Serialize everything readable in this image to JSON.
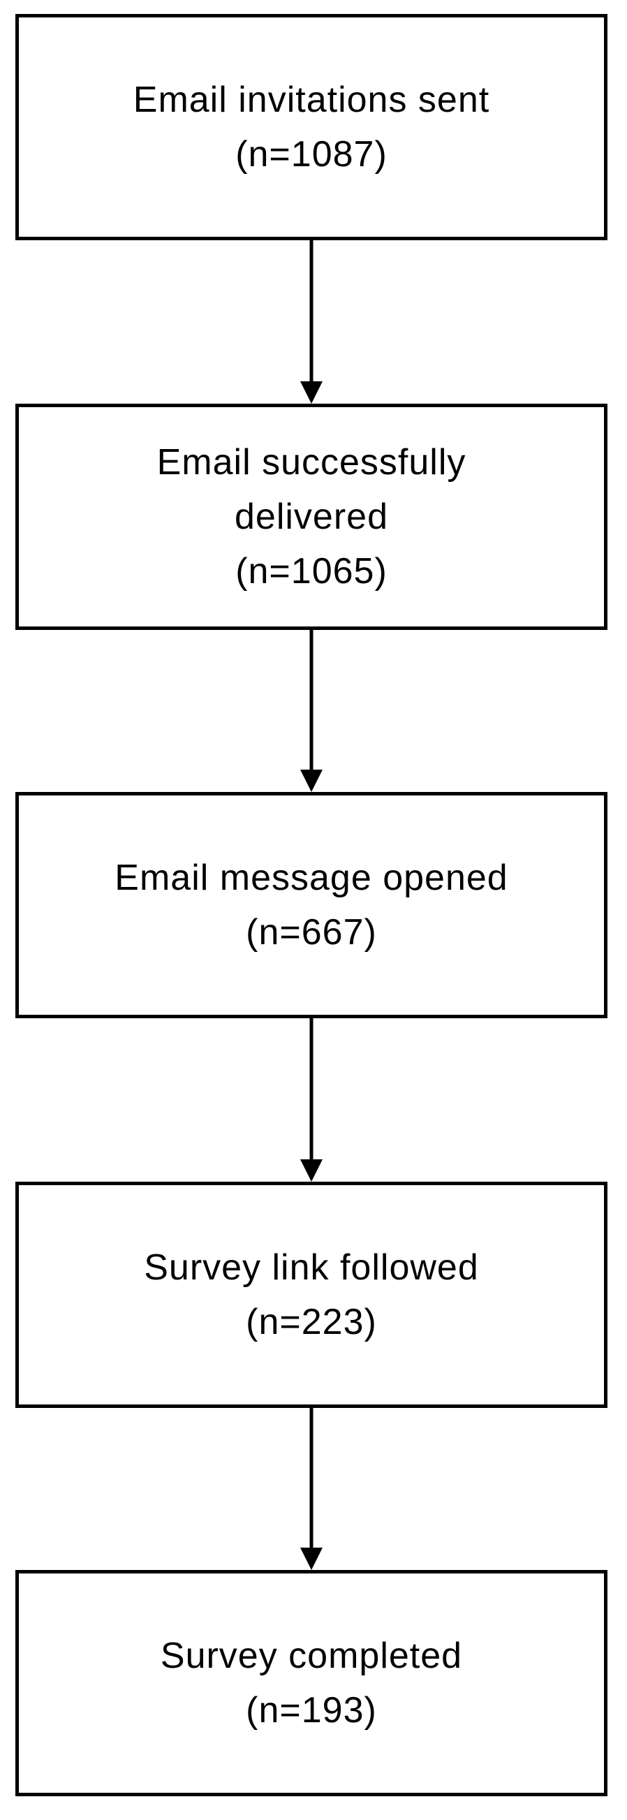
{
  "steps": [
    {
      "label": "Email invitations sent",
      "count": "(n=1087)"
    },
    {
      "label": "Email successfully delivered",
      "count": "(n=1065)"
    },
    {
      "label": "Email message opened",
      "count": "(n=667)"
    },
    {
      "label": "Survey link followed",
      "count": "(n=223)"
    },
    {
      "label": "Survey completed",
      "count": "(n=193)"
    }
  ]
}
